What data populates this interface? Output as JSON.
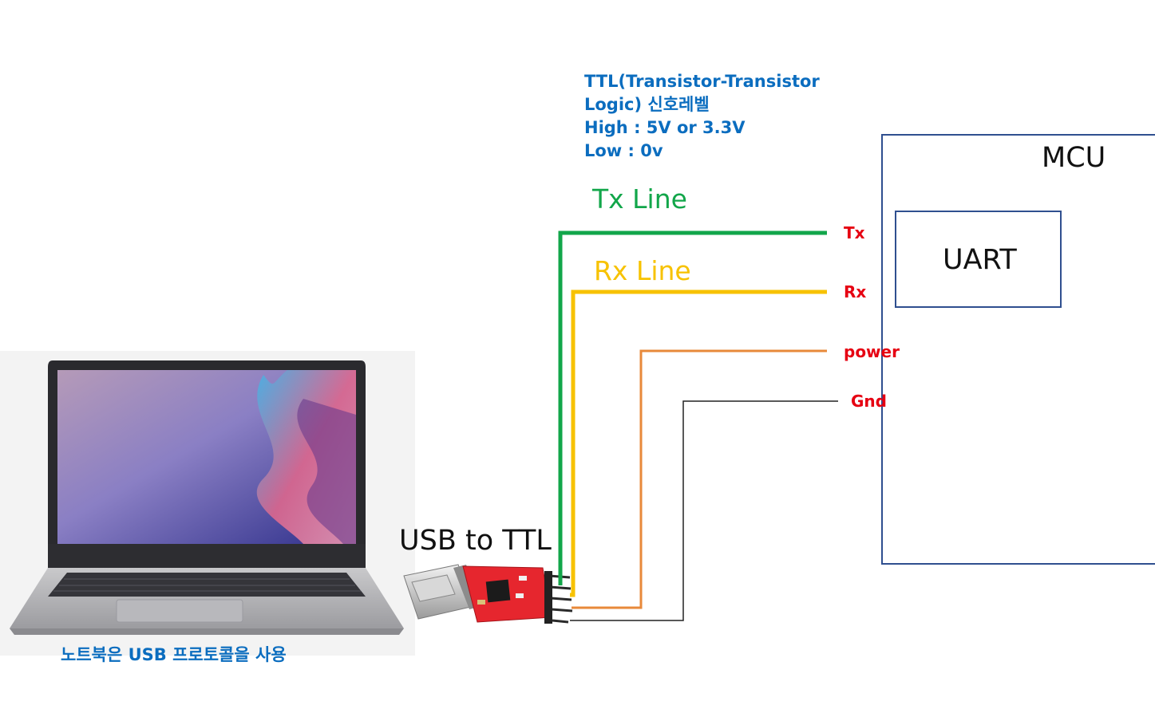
{
  "ttl_note": {
    "line1": "TTL(Transistor-Transistor",
    "line2": "Logic) 신호레벨",
    "line3": "High : 5V or 3.3V",
    "line4": "Low : 0v"
  },
  "tx_line_label": "Tx Line",
  "rx_line_label": "Rx Line",
  "pins": {
    "tx": "Tx",
    "rx": "Rx",
    "power": "power",
    "gnd": "Gnd"
  },
  "mcu_label": "MCU",
  "uart_label": "UART",
  "usb_ttl_label": "USB to TTL",
  "laptop_caption": "노트북은 USB 프로토콜을 사용",
  "colors": {
    "tx_wire": "#12a64a",
    "rx_wire": "#f7c200",
    "power_wire": "#e8893a",
    "gnd_wire": "#222222",
    "box_border": "#2f4f8f",
    "note_text": "#0b6dbf",
    "pin_text": "#e60012"
  }
}
